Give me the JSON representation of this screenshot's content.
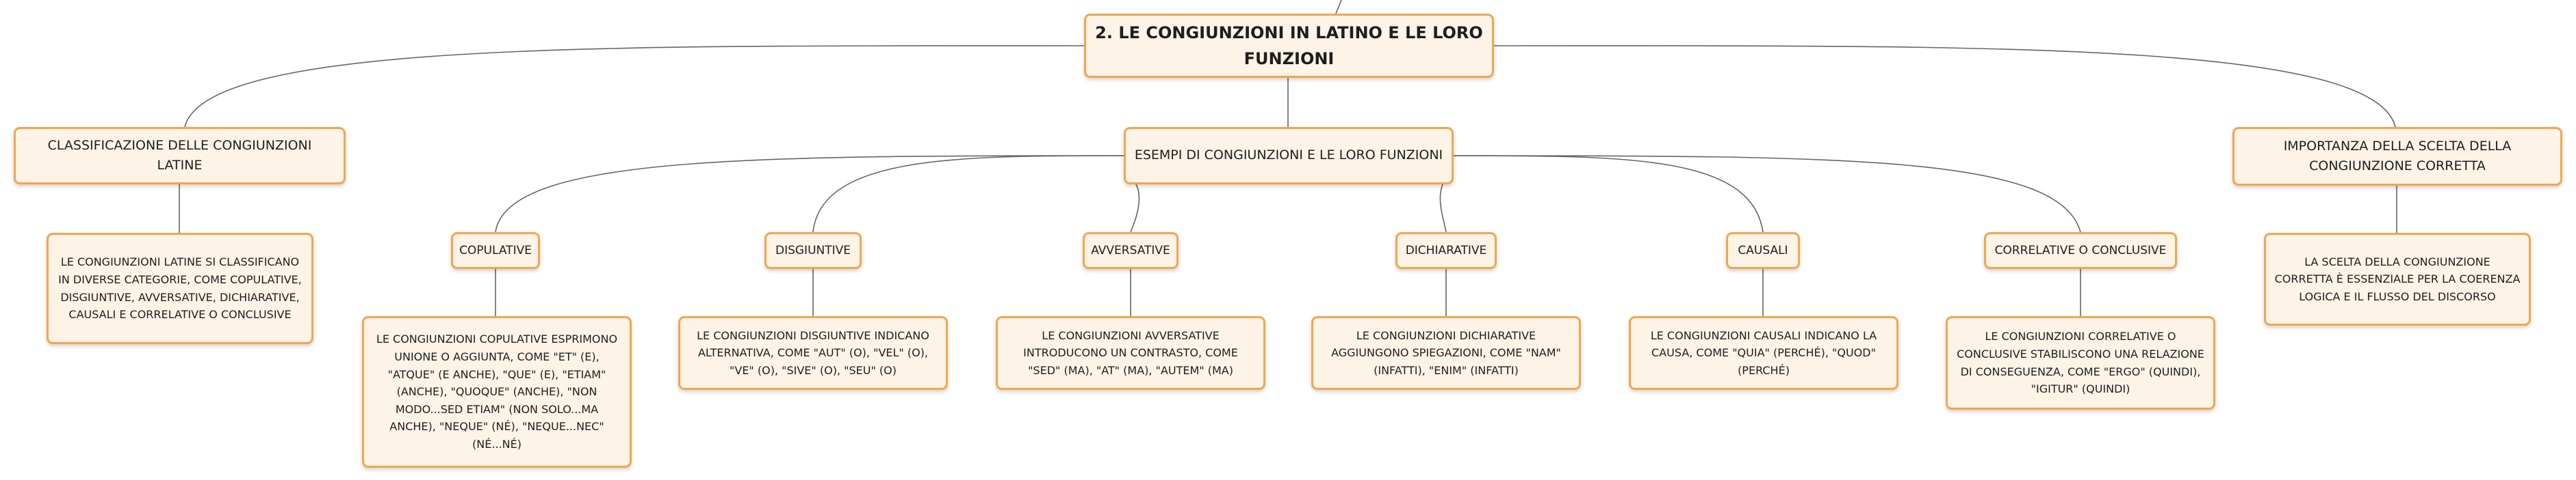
{
  "root": {
    "label": "2. LE CONGIUNZIONI IN LATINO E LE LORO FUNZIONI"
  },
  "branches": {
    "classificazione": {
      "label": "CLASSIFICAZIONE DELLE CONGIUNZIONI LATINE",
      "desc": "LE CONGIUNZIONI LATINE SI CLASSIFICANO IN DIVERSE CATEGORIE, COME COPULATIVE, DISGIUNTIVE, AVVERSATIVE, DICHIARATIVE, CAUSALI E CORRELATIVE O CONCLUSIVE"
    },
    "esempi": {
      "label": "ESEMPI DI CONGIUNZIONI E LE LORO FUNZIONI"
    },
    "importanza": {
      "label": "IMPORTANZA DELLA SCELTA DELLA CONGIUNZIONE CORRETTA",
      "desc": "LA SCELTA DELLA CONGIUNZIONE CORRETTA È ESSENZIALE PER LA COERENZA LOGICA E IL FLUSSO DEL DISCORSO"
    }
  },
  "categories": [
    {
      "label": "COPULATIVE",
      "desc": "LE CONGIUNZIONI COPULATIVE ESPRIMONO UNIONE O AGGIUNTA, COME \"ET\" (E), \"ATQUE\" (E ANCHE), \"QUE\" (E), \"ETIAM\" (ANCHE), \"QUOQUE\" (ANCHE), \"NON MODO...SED ETIAM\" (NON SOLO...MA ANCHE), \"NEQUE\" (NÉ), \"NEQUE...NEC\" (NÉ...NÉ)"
    },
    {
      "label": "DISGIUNTIVE",
      "desc": "LE CONGIUNZIONI DISGIUNTIVE INDICANO ALTERNATIVA, COME \"AUT\" (O), \"VEL\" (O), \"VE\" (O), \"SIVE\" (O), \"SEU\" (O)"
    },
    {
      "label": "AVVERSATIVE",
      "desc": "LE CONGIUNZIONI AVVERSATIVE INTRODUCONO UN CONTRASTO, COME \"SED\" (MA), \"AT\" (MA), \"AUTEM\" (MA)"
    },
    {
      "label": "DICHIARATIVE",
      "desc": "LE CONGIUNZIONI DICHIARATIVE AGGIUNGONO SPIEGAZIONI, COME \"NAM\" (INFATTI), \"ENIM\" (INFATTI)"
    },
    {
      "label": "CAUSALI",
      "desc": "LE CONGIUNZIONI CAUSALI INDICANO LA CAUSA, COME \"QUIA\" (PERCHÉ), \"QUOD\" (PERCHÉ)"
    },
    {
      "label": "CORRELATIVE O CONCLUSIVE",
      "desc": "LE CONGIUNZIONI CORRELATIVE O CONCLUSIVE STABILISCONO UNA RELAZIONE DI CONSEGUENZA, COME \"ERGO\" (QUINDI), \"IGITUR\" (QUINDI)"
    }
  ]
}
